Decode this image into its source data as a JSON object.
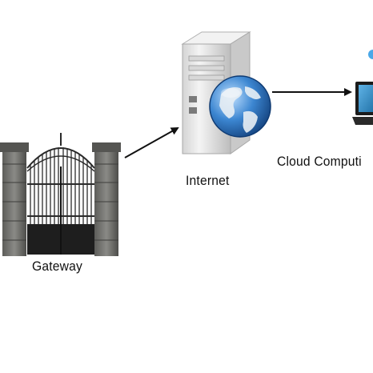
{
  "nodes": {
    "gateway": {
      "label": "Gateway",
      "icon": "gate-icon"
    },
    "internet": {
      "label": "Internet",
      "icon": "server-globe-icon"
    },
    "cloud": {
      "label": "Cloud Computi",
      "icon": "laptop-icon"
    }
  },
  "edges": [
    {
      "from": "gateway",
      "to": "internet"
    },
    {
      "from": "internet",
      "to": "cloud"
    }
  ],
  "colors": {
    "arrow": "#111111",
    "stone": "#6f6f6c",
    "server": "#e6e6e6",
    "globe": "#2e6fb7",
    "laptop": "#1f6fa5"
  }
}
